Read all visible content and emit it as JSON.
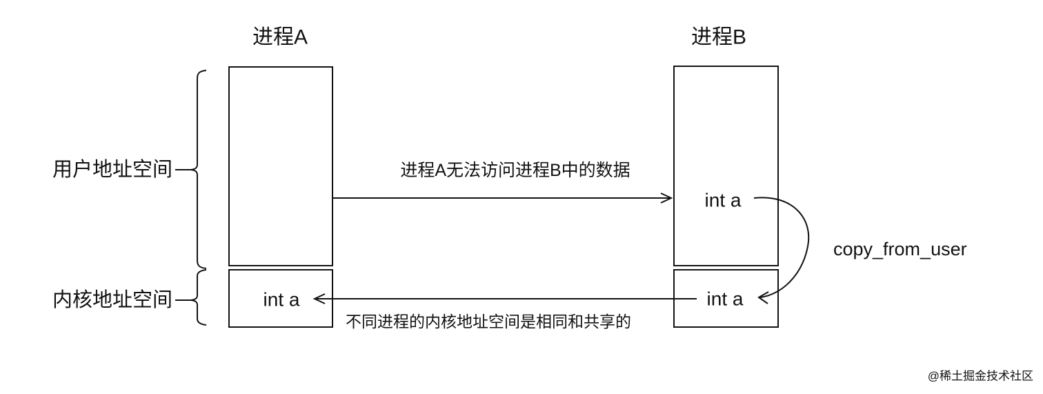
{
  "diagram": {
    "background": "#ffffff",
    "line_color": "#111111",
    "process_a": {
      "title": "进程A",
      "kernel_var": "int a"
    },
    "process_b": {
      "title": "进程B",
      "user_var": "int a",
      "kernel_var": "int a"
    },
    "left_labels": {
      "user_space": "用户地址空间",
      "kernel_space": "内核地址空间"
    },
    "arrows": {
      "top_label": "进程A无法访问进程B中的数据",
      "bottom_label": "不同进程的内核地址空间是相同和共享的",
      "copy_label": "copy_from_user"
    },
    "watermark": {
      "text": "@稀土掘金技术社区",
      "color": "#c4c4c4"
    }
  }
}
